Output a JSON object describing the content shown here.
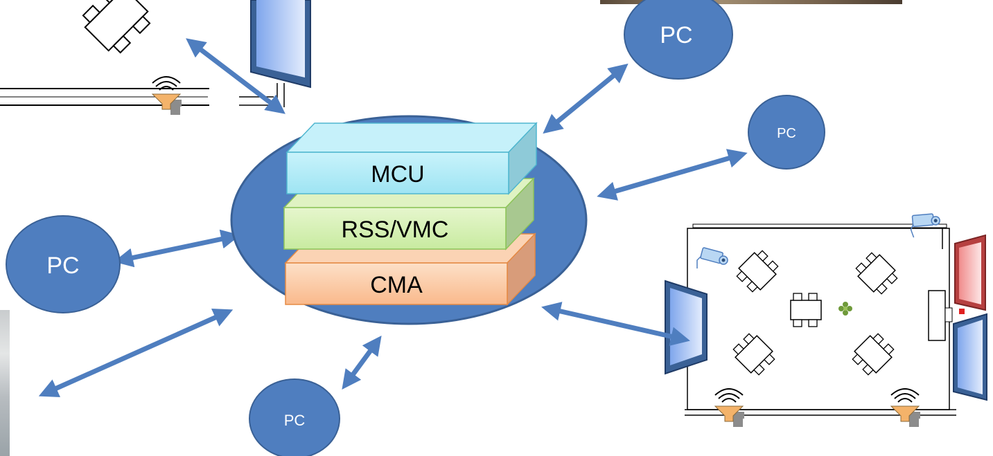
{
  "server_stack": {
    "layers": [
      {
        "label": "MCU"
      },
      {
        "label": "RSS/VMC"
      },
      {
        "label": "CMA"
      }
    ]
  },
  "pcs": {
    "top_right": "PC",
    "right_small": "PC",
    "left": "PC",
    "bottom": "PC"
  },
  "colors": {
    "node_fill": "#4f7ebf",
    "node_stroke": "#3a6196",
    "arrow": "#4f7ebf",
    "mcu_top": "#c6f1fa",
    "rss_top": "#dff2c2",
    "cma_top": "#fbd3b4",
    "display_blue": "#a9c4f5",
    "display_red": "#f5b3b3",
    "speaker": "#f4b36a"
  },
  "icons": [
    "camera-icon",
    "speaker-icon",
    "display-panel-icon",
    "table-chairs-icon",
    "plant-icon"
  ]
}
